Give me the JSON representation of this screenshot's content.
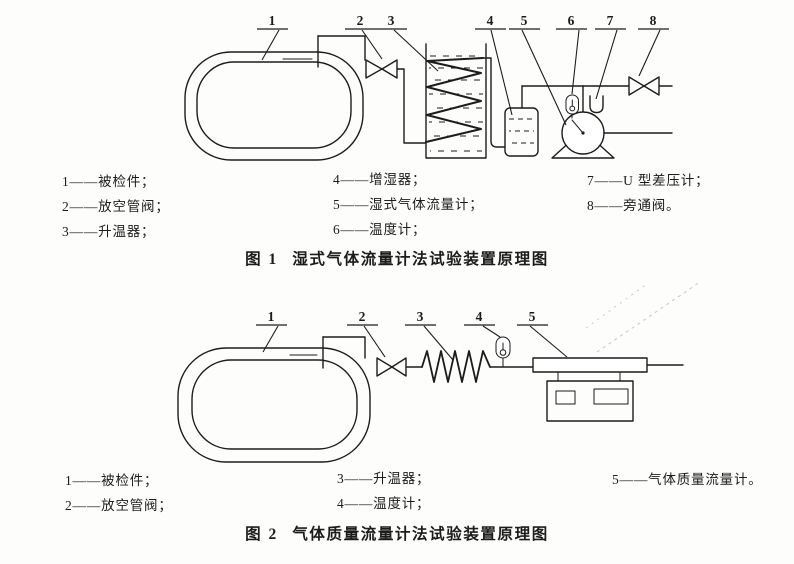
{
  "colors": {
    "paper": "#fdfdfc",
    "ink": "#1c1c1c",
    "scan_artifact": "#c6c6c2"
  },
  "figure1": {
    "caption": {
      "label": "图 1",
      "title": "湿式气体流量计法试验装置原理图"
    },
    "callouts": [
      "1",
      "2",
      "3",
      "4",
      "5",
      "6",
      "7",
      "8"
    ],
    "legend_col1": [
      "1——被检件；",
      "2——放空管阀；",
      "3——升温器；"
    ],
    "legend_col2": [
      "4——增湿器；",
      "5——湿式气体流量计；",
      "6——温度计；"
    ],
    "legend_col3": [
      "7——U 型差压计；",
      "8——旁通阀。"
    ]
  },
  "figure2": {
    "caption": {
      "label": "图 2",
      "title": "气体质量流量计法试验装置原理图"
    },
    "callouts": [
      "1",
      "2",
      "3",
      "4",
      "5"
    ],
    "legend_col1": [
      "1——被检件；",
      "2——放空管阀；"
    ],
    "legend_col2": [
      "3——升温器；",
      "4——温度计；"
    ],
    "legend_col3": [
      "5——气体质量流量计。"
    ]
  }
}
